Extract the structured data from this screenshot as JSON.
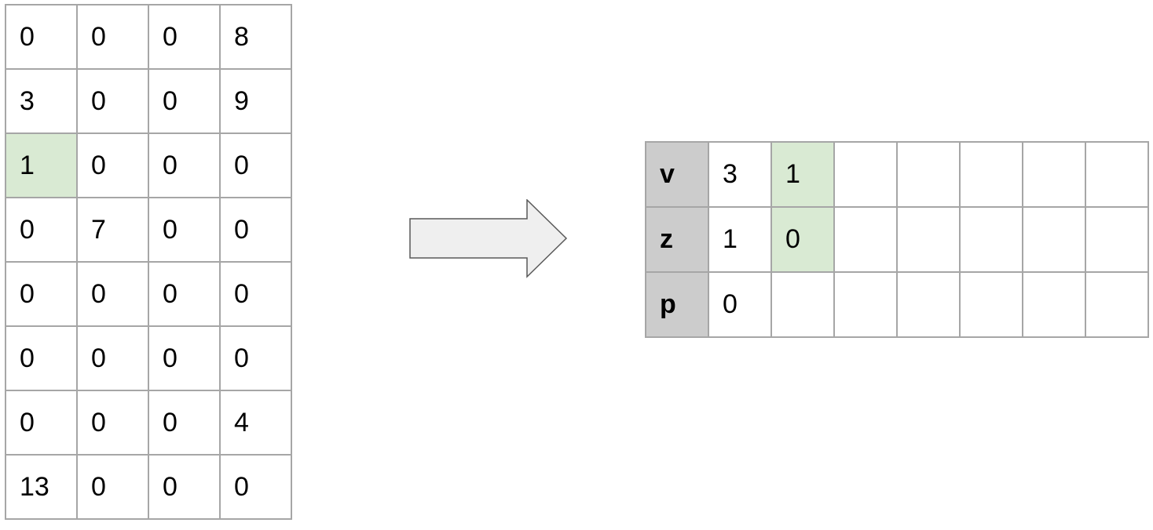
{
  "dense_matrix": {
    "rows": [
      [
        "0",
        "0",
        "0",
        "8"
      ],
      [
        "3",
        "0",
        "0",
        "9"
      ],
      [
        "1",
        "0",
        "0",
        "0"
      ],
      [
        "0",
        "7",
        "0",
        "0"
      ],
      [
        "0",
        "0",
        "0",
        "0"
      ],
      [
        "0",
        "0",
        "0",
        "0"
      ],
      [
        "0",
        "0",
        "0",
        "4"
      ],
      [
        "13",
        "0",
        "0",
        "0"
      ]
    ],
    "highlight_color": "#d9ead3"
  },
  "arrow": {
    "fill": "#efefef",
    "stroke": "#595959"
  },
  "sparse_table": {
    "rows": [
      {
        "label": "v",
        "cells": [
          "3",
          "1",
          "",
          "",
          "",
          "",
          ""
        ]
      },
      {
        "label": "z",
        "cells": [
          "1",
          "0",
          "",
          "",
          "",
          "",
          ""
        ]
      },
      {
        "label": "p",
        "cells": [
          "0",
          "",
          "",
          "",
          "",
          "",
          ""
        ]
      }
    ],
    "header_color": "#cccccc",
    "highlight_color": "#d9ead3"
  }
}
